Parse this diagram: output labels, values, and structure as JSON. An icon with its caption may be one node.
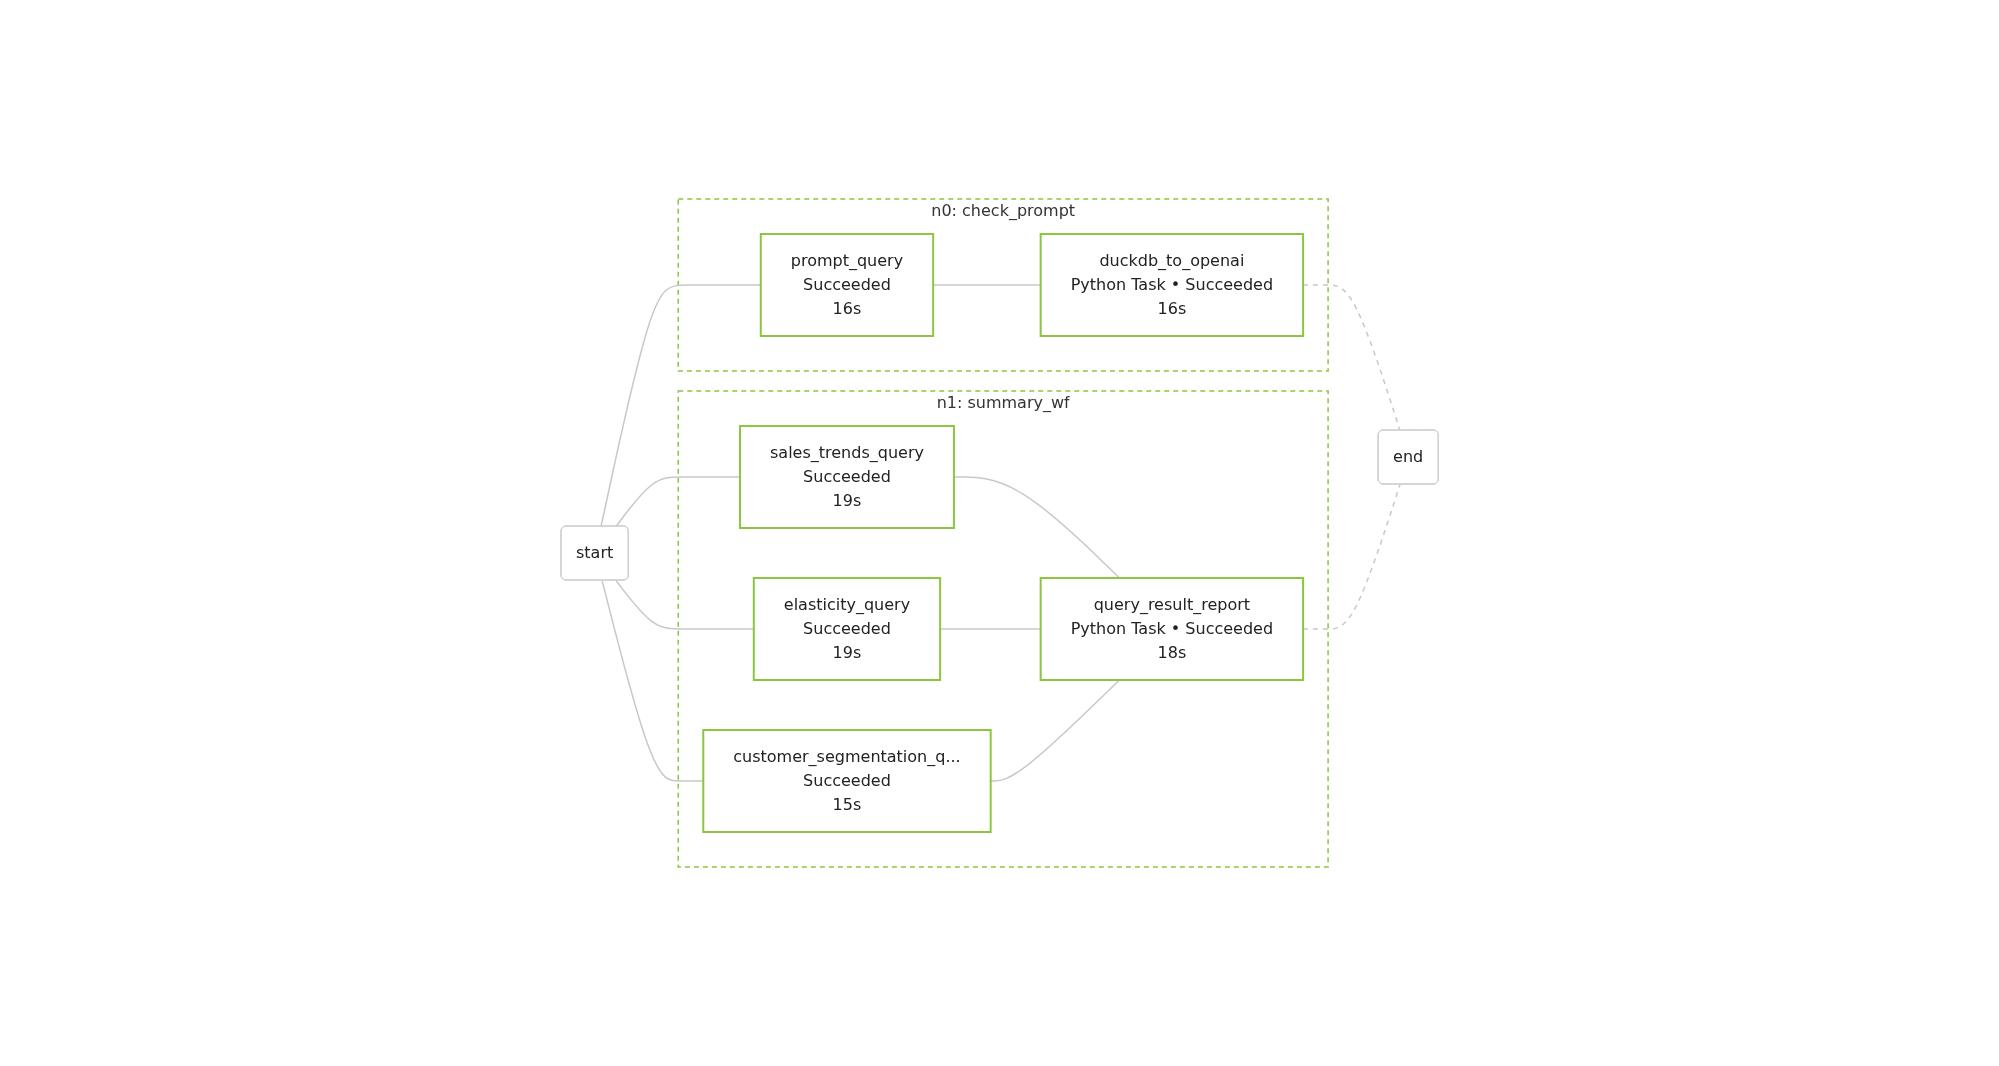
{
  "diagram": {
    "nodes": [
      {
        "text": [
          "start"
        ]
      },
      {
        "text": [
          "n0: check_prompt"
        ]
      },
      {
        "text": [
          "prompt_query",
          "Succeeded",
          "16s"
        ],
        "in": 1
      },
      {
        "text": [
          "duckdb_to_openai",
          "Python Task • Succeeded",
          "16s"
        ],
        "in": 1
      },
      {
        "text": [
          "n1: summary_wf"
        ]
      },
      {
        "text": [
          "sales_trends_query",
          "Succeeded",
          "19s"
        ],
        "in": 4
      },
      {
        "text": [
          "elasticity_query",
          "Succeeded",
          "19s"
        ],
        "in": 4
      },
      {
        "text": [
          "customer_segmentation_q...",
          "Succeeded",
          "15s"
        ],
        "in": 4
      },
      {
        "text": [
          "query_result_report",
          "Python Task • Succeeded",
          "18s"
        ],
        "in": 4
      },
      {
        "text": [
          "end"
        ]
      }
    ],
    "edges": [
      {
        "from": 0,
        "to": 2,
        "arrow": "none"
      },
      {
        "from": 2,
        "to": 3,
        "arrow": "none"
      },
      {
        "from": 3,
        "to": 9,
        "arrow": "none",
        "style": "dashed"
      },
      {
        "from": 0,
        "to": 5,
        "arrow": "none"
      },
      {
        "from": 0,
        "to": 6,
        "arrow": "none"
      },
      {
        "from": 0,
        "to": 7,
        "arrow": "none"
      },
      {
        "from": 5,
        "to": 8,
        "arrow": "none"
      },
      {
        "from": 6,
        "to": 8,
        "arrow": "none"
      },
      {
        "from": 7,
        "to": 8,
        "arrow": "none"
      },
      {
        "from": 8,
        "to": 9,
        "arrow": "none",
        "style": "dashed"
      }
    ]
  }
}
